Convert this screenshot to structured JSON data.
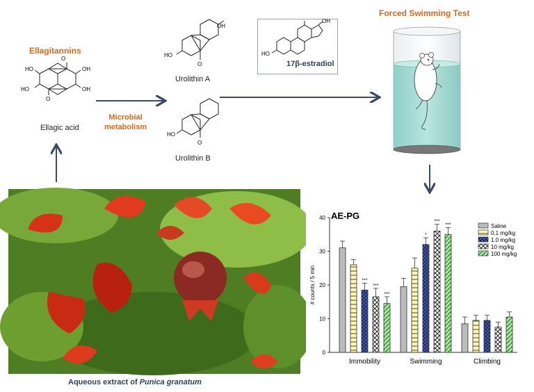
{
  "labels": {
    "ellagitannins": "Ellagitannins",
    "ellagic_acid": "Ellagic acid",
    "microbial_line1": "Microbial",
    "microbial_line2": "metabolism",
    "urolithin_a": "Urolithin A",
    "urolithin_b": "Urolithin B",
    "estradiol": "17β-estradiol",
    "forced_swimming": "Forced Swimming Test",
    "extract_prefix": "Aqueous extract of ",
    "extract_species": "Punica granatum",
    "oh": "OH",
    "ho": "HO",
    "o": "O"
  },
  "colors": {
    "orange": "#d2691e",
    "navy": "#2f3f5f",
    "arrow": "#3a4a66",
    "water": "#a8dcd6"
  },
  "chart_data": {
    "type": "bar",
    "title": "AE-PG",
    "ylabel": "# counts / 5 min",
    "xlabel": "",
    "ylim": [
      0,
      40
    ],
    "yticks": [
      0,
      10,
      20,
      30,
      40
    ],
    "legend_position": "top-right",
    "categories": [
      "Immobility",
      "Swimming",
      "Climbing"
    ],
    "series": [
      {
        "name": "Saline",
        "values": [
          31,
          19.5,
          8.5
        ],
        "errors": [
          2,
          2.5,
          2
        ],
        "sig": [
          "",
          "",
          ""
        ],
        "fill": "#bbbbbb"
      },
      {
        "name": "0.1 mg/kg",
        "values": [
          26,
          25,
          9.5
        ],
        "errors": [
          1.5,
          3,
          1.5
        ],
        "sig": [
          "",
          "",
          ""
        ],
        "fill": "#fff6b0"
      },
      {
        "name": "1.0 mg/kg",
        "values": [
          18.5,
          32,
          9.5
        ],
        "errors": [
          2,
          2,
          1.5
        ],
        "sig": [
          "***",
          "*",
          ""
        ],
        "fill": "#4a5ca8"
      },
      {
        "name": "10 mg/kg",
        "values": [
          16.5,
          36,
          7.5
        ],
        "errors": [
          2.5,
          2,
          1.5
        ],
        "sig": [
          "***",
          "***",
          ""
        ],
        "fill": "#ffffff"
      },
      {
        "name": "100 mg/kg",
        "values": [
          14.5,
          35,
          10.5
        ],
        "errors": [
          2,
          2,
          1.5
        ],
        "sig": [
          "***",
          "***",
          ""
        ],
        "fill": "#a8e6a0"
      }
    ]
  }
}
